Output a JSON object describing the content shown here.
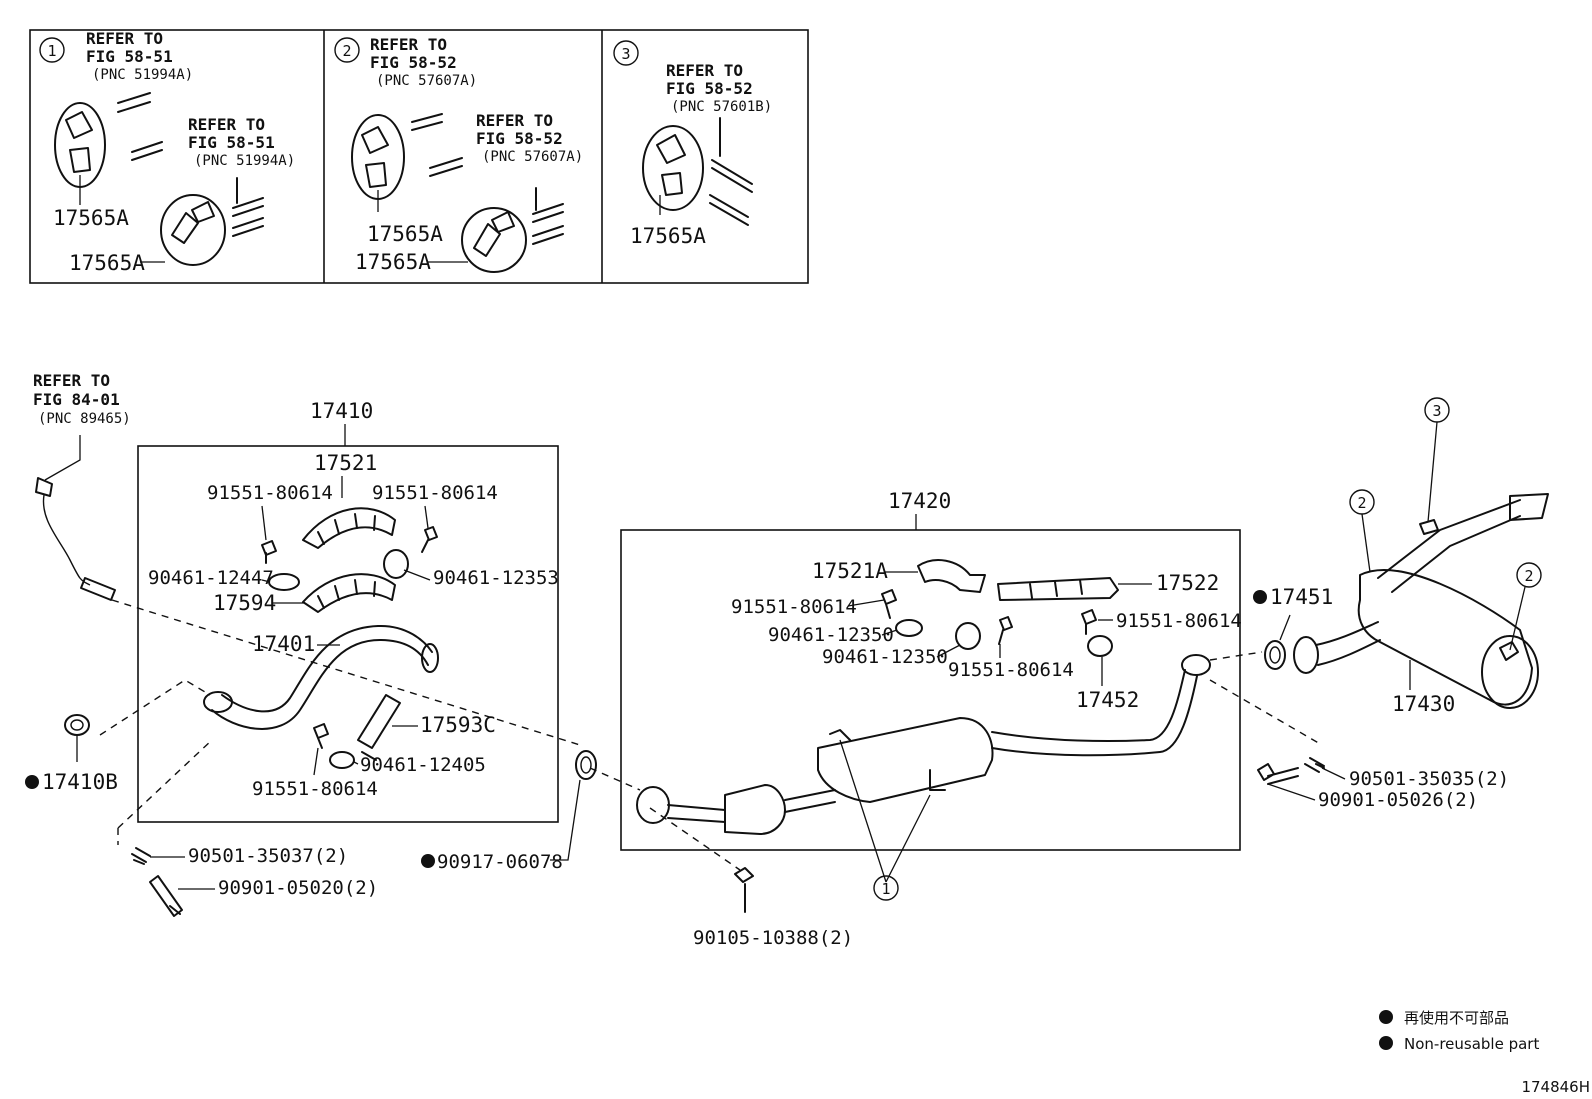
{
  "insets": [
    {
      "circle": "1",
      "refs": [
        {
          "line1": "REFER TO",
          "line2": "FIG 58-51",
          "pnc": "(PNC 51994A)"
        },
        {
          "line1": "REFER TO",
          "line2": "FIG 58-51",
          "pnc": "(PNC 51994A)"
        }
      ],
      "parts": [
        "17565A",
        "17565A"
      ]
    },
    {
      "circle": "2",
      "refs": [
        {
          "line1": "REFER TO",
          "line2": "FIG 58-52",
          "pnc": "(PNC 57607A)"
        },
        {
          "line1": "REFER TO",
          "line2": "FIG 58-52",
          "pnc": "(PNC 57607A)"
        }
      ],
      "parts": [
        "17565A",
        "17565A"
      ]
    },
    {
      "circle": "3",
      "refs": [
        {
          "line1": "REFER TO",
          "line2": "FIG 58-52",
          "pnc": "(PNC 57601B)"
        }
      ],
      "parts": [
        "17565A"
      ]
    }
  ],
  "sensor_ref": {
    "line1": "REFER TO",
    "line2": "FIG 84-01",
    "pnc": "(PNC 89465)"
  },
  "groups": {
    "front": "17410",
    "center": "17420"
  },
  "parts": {
    "p17521": "17521",
    "p91551_a": "91551-80614",
    "p91551_b": "91551-80614",
    "p90461_12447": "90461-12447",
    "p90461_12353": "90461-12353",
    "p17594": "17594",
    "p17401": "17401",
    "p17593c": "17593C",
    "p91551_c": "91551-80614",
    "p90461_12405": "90461-12405",
    "p17410b": "17410B",
    "p90501_35037": "90501-35037(2)",
    "p90901_05020": "90901-05020(2)",
    "p90917_06078": "90917-06078",
    "p90105_10388": "90105-10388(2)",
    "p17521a": "17521A",
    "p17522": "17522",
    "p91551_d": "91551-80614",
    "p90461_12350_a": "90461-12350",
    "p90461_12350_b": "90461-12350",
    "p91551_e": "91551-80614",
    "p91551_f": "91551-80614",
    "p17452": "17452",
    "p17451": "17451",
    "p17430": "17430",
    "p90501_35035": "90501-35035(2)",
    "p90901_05026": "90901-05026(2)"
  },
  "callouts": {
    "c1": "1",
    "c2a": "2",
    "c2b": "2",
    "c3": "3"
  },
  "legend": {
    "jp": "再使用不可部品",
    "en": "Non-reusable part"
  },
  "figure_id": "174846H"
}
